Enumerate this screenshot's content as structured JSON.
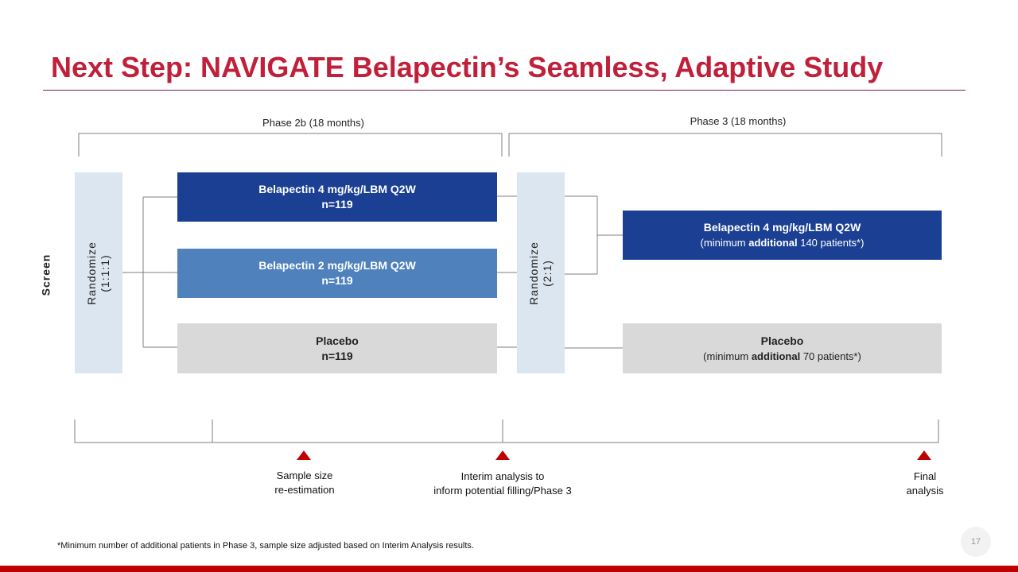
{
  "title": "Next Step: NAVIGATE Belapectin’s Seamless, Adaptive Study",
  "phases": {
    "phase2b": "Phase 2b (18 months)",
    "phase3": "Phase 3 (18 months)"
  },
  "screen_label": "Screen",
  "randomize1": {
    "line1": "Randomize",
    "line2": "(1:1:1)"
  },
  "randomize2": {
    "line1": "Randomize",
    "line2": "(2:1)"
  },
  "phase2b_arms": [
    {
      "name": "Belapectin 4 mg/kg/LBM  Q2W",
      "n": "n=119"
    },
    {
      "name": "Belapectin 2 mg/kg/LBM  Q2W",
      "n": "n=119"
    },
    {
      "name": "Placebo",
      "n": "n=119"
    }
  ],
  "phase3_arms": [
    {
      "name": "Belapectin 4 mg/kg/LBM  Q2W",
      "pre": "(minimum ",
      "bold": "additional",
      "post": " 140 patients*)"
    },
    {
      "name": "Placebo",
      "pre": "(minimum ",
      "bold": "additional",
      "post": " 70 patients*)"
    }
  ],
  "milestones": [
    {
      "line1": "Sample size",
      "line2": "re-estimation"
    },
    {
      "line1": "Interim analysis to",
      "line2": "inform potential filling/Phase  3"
    },
    {
      "line1": "Final",
      "line2": "analysis"
    }
  ],
  "footnote": "*Minimum number of additional patients in Phase 3, sample size adjusted based on Interim Analysis results.",
  "page_number": "17",
  "colors": {
    "title": "#c0203a",
    "dark_blue": "#1a3f93",
    "mid_blue": "#4f81bd",
    "grey": "#d9d9d9",
    "accent_red": "#c00000"
  }
}
